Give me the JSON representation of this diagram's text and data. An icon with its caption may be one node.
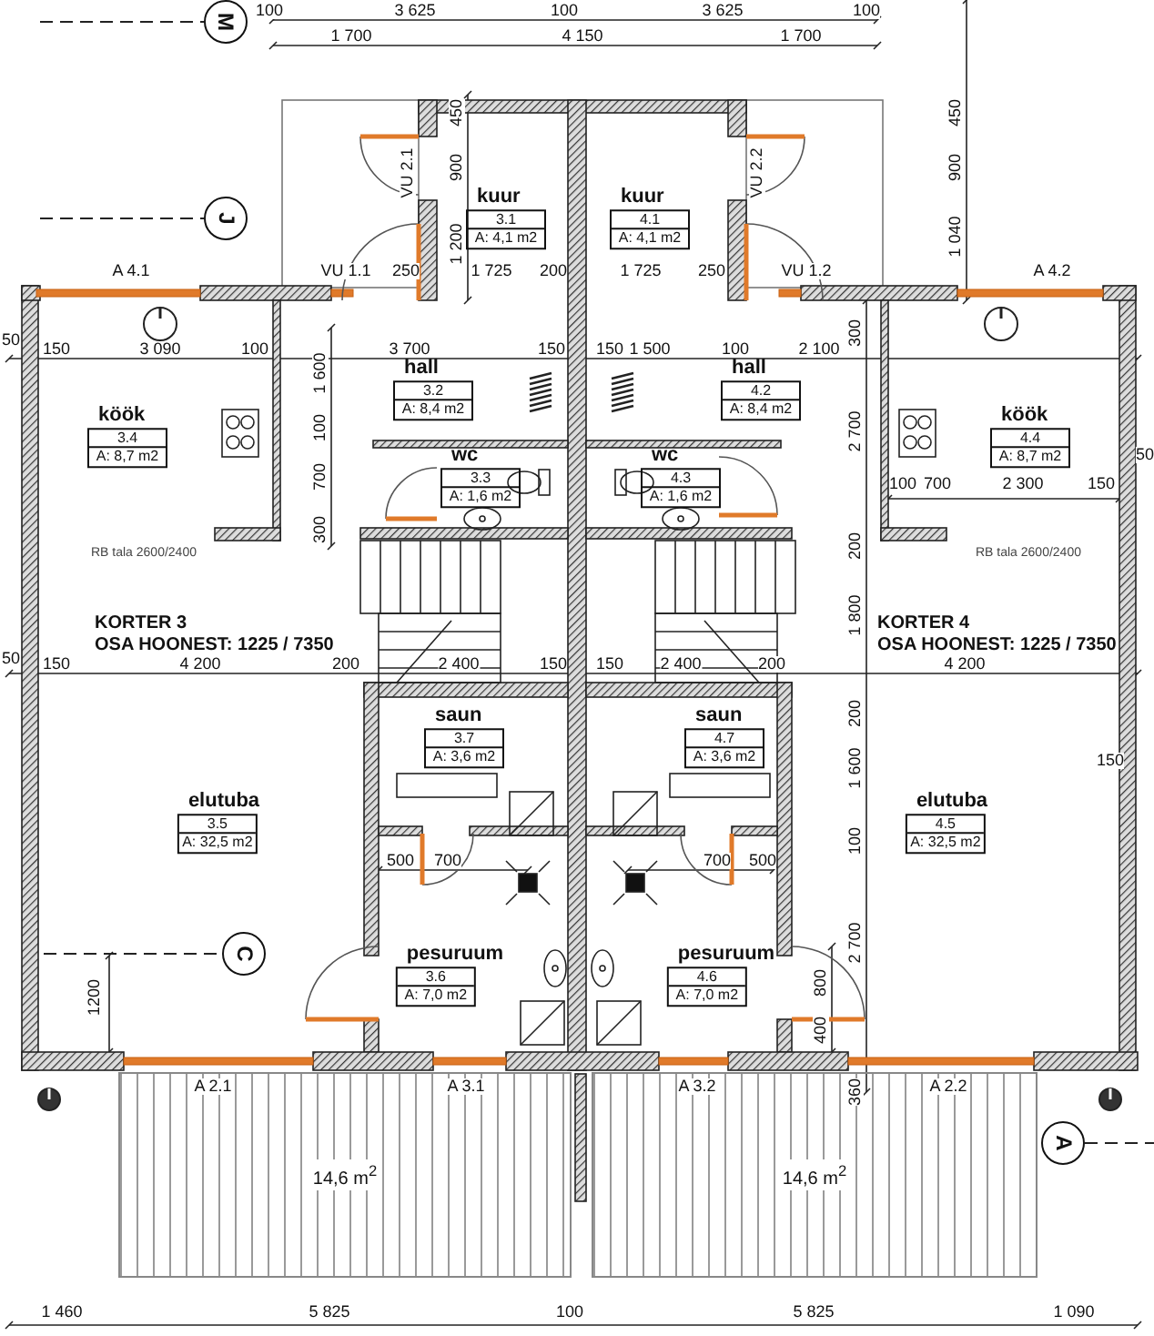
{
  "diagram": {
    "nodes": [
      {
        "text": [
          "kuur",
          "3.1",
          "A: 4,1 m2"
        ]
      },
      {
        "text": [
          "kuur",
          "4.1",
          "A: 4,1 m2"
        ]
      },
      {
        "text": [
          "hall",
          "3.2",
          "A: 8,4 m2"
        ]
      },
      {
        "text": [
          "hall",
          "4.2",
          "A: 8,4 m2"
        ]
      },
      {
        "text": [
          "köök",
          "3.4",
          "A: 8,7 m2"
        ]
      },
      {
        "text": [
          "wc",
          "3.3",
          "A: 1,6 m2"
        ]
      },
      {
        "text": [
          "wc",
          "4.3",
          "A: 1,6 m2"
        ]
      },
      {
        "text": [
          "köök",
          "4.4",
          "A: 8,7 m2"
        ]
      },
      {
        "text": [
          "saun",
          "3.7",
          "A: 3,6 m2"
        ]
      },
      {
        "text": [
          "saun",
          "4.7",
          "A: 3,6 m2"
        ]
      },
      {
        "text": [
          "elutuba",
          "3.5",
          "A: 32,5 m2"
        ]
      },
      {
        "text": [
          "elutuba",
          "4.5",
          "A: 32,5 m2"
        ]
      },
      {
        "text": [
          "pesuruum",
          "3.6",
          "A: 7,0 m2"
        ]
      },
      {
        "text": [
          "pesuruum",
          "4.6",
          "A: 7,0 m2"
        ]
      },
      {
        "text": [
          "14,6 m$^{2}$"
        ]
      },
      {
        "text": [
          "14,6 m$^{2}$"
        ]
      },
      {
        "text": [
          "M"
        ]
      },
      {
        "text": [
          "J"
        ]
      },
      {
        "text": [
          "C"
        ]
      },
      {
        "text": [
          "A"
        ]
      }
    ],
    "labels": [
      "100",
      "3 625",
      "100",
      "3 625",
      "100",
      "1 700",
      "4 150",
      "1 700",
      "450",
      "450",
      "900",
      "VU 2.1",
      "VU 2.2",
      "900",
      "1 200",
      "1 040",
      "A 4.1",
      "VU 1.1",
      "250",
      "1 725",
      "200",
      "1 725",
      "250",
      "VU 1.2",
      "A 4.2",
      "50",
      "150",
      "3 090",
      "100",
      "3 700",
      "150",
      "150",
      "1 500",
      "100",
      "2 100",
      "1 600",
      "100",
      "700",
      "300",
      "300",
      "2 700",
      "100",
      "700",
      "2 300",
      "150",
      "50",
      "RB tala 2600/2400",
      "200",
      "RB tala 2600/2400",
      "1 800",
      "KORTER 3",
      "OSA HOONEST: 1225 / 7350",
      "KORTER 4",
      "OSA HOONEST: 1225 / 7350",
      "50",
      "150",
      "4 200",
      "200",
      "2 400",
      "150",
      "150",
      "2 400",
      "200",
      "4 200",
      "200",
      "1 600",
      "150",
      "100",
      "500",
      "700",
      "700",
      "500",
      "2 700",
      "1200",
      "800",
      "400",
      "360",
      "A 2.1",
      "A 3.1",
      "A 3.2",
      "A 2.2",
      "1 460",
      "5 825",
      "100",
      "5 825",
      "1 090"
    ]
  }
}
